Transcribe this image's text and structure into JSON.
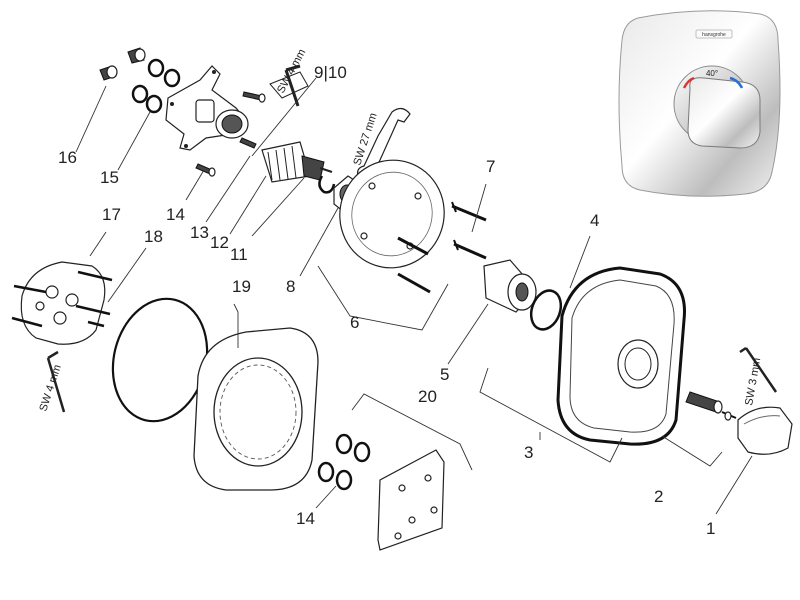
{
  "labels": {
    "p1": "1",
    "p2": "2",
    "p3": "3",
    "p4": "4",
    "p5": "5",
    "p6": "6",
    "p7": "7",
    "p8": "8",
    "p9_10": "9|10",
    "p11": "11",
    "p12": "12",
    "p13": "13",
    "p14a": "14",
    "p14b": "14",
    "p15": "15",
    "p16": "16",
    "p17": "17",
    "p18": "18",
    "p19": "19",
    "p20": "20"
  },
  "tools": {
    "hex4_top": "SW 4 mm",
    "wrench27": "SW 27 mm",
    "hex4_left": "SW 4 mm",
    "hex3": "SW 3 mm"
  },
  "product": {
    "brand": "hansgrohe",
    "temperature": "40°"
  }
}
